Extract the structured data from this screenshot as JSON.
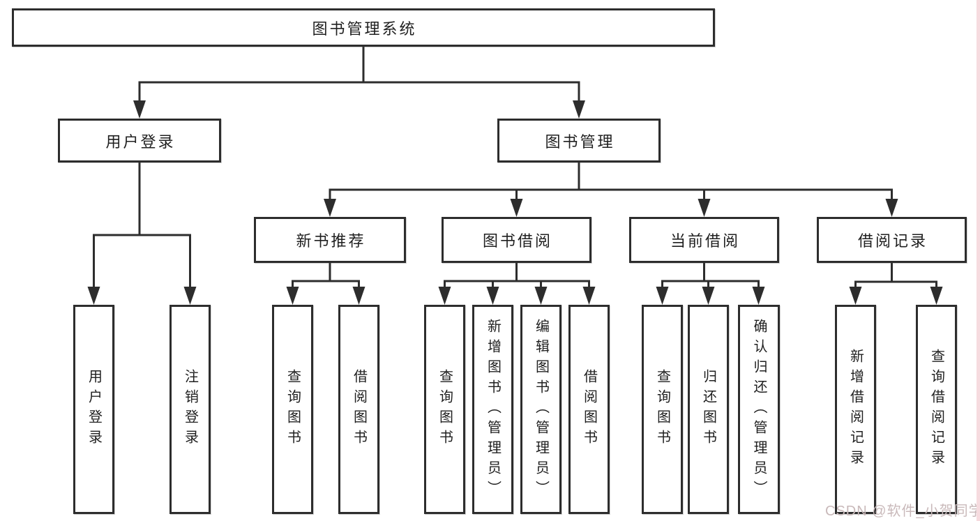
{
  "diagram": {
    "title": "图书管理系统",
    "root": {
      "label": "图书管理系统"
    },
    "level2": [
      {
        "label": "用户登录",
        "parent": "图书管理系统"
      },
      {
        "label": "图书管理",
        "parent": "图书管理系统"
      }
    ],
    "level3": [
      {
        "label": "新书推荐",
        "parent": "图书管理"
      },
      {
        "label": "图书借阅",
        "parent": "图书管理"
      },
      {
        "label": "当前借阅",
        "parent": "图书管理"
      },
      {
        "label": "借阅记录",
        "parent": "图书管理"
      }
    ],
    "leaves": [
      {
        "label": "用户登录",
        "parent": "用户登录"
      },
      {
        "label": "注销登录",
        "parent": "用户登录"
      },
      {
        "label": "查询图书",
        "parent": "新书推荐"
      },
      {
        "label": "借阅图书",
        "parent": "新书推荐"
      },
      {
        "label": "查询图书",
        "parent": "图书借阅"
      },
      {
        "label": "新增图书（管理员）",
        "parent": "图书借阅"
      },
      {
        "label": "编辑图书（管理员）",
        "parent": "图书借阅"
      },
      {
        "label": "借阅图书",
        "parent": "图书借阅"
      },
      {
        "label": "查询图书",
        "parent": "当前借阅"
      },
      {
        "label": "归还图书",
        "parent": "当前借阅"
      },
      {
        "label": "确认归还（管理员）",
        "parent": "当前借阅"
      },
      {
        "label": "新增借阅记录",
        "parent": "借阅记录"
      },
      {
        "label": "查询借阅记录",
        "parent": "借阅记录"
      }
    ]
  },
  "watermark": {
    "text": "CSDN @软件_小贺同学"
  },
  "colors": {
    "line": "#2d2d2d",
    "box_border": "#2d2d2d",
    "box_fill": "#ffffff",
    "text": "#1f1f1f",
    "watermark": "#c9b9ba",
    "right_edge_strip": "#f6dbdf"
  }
}
